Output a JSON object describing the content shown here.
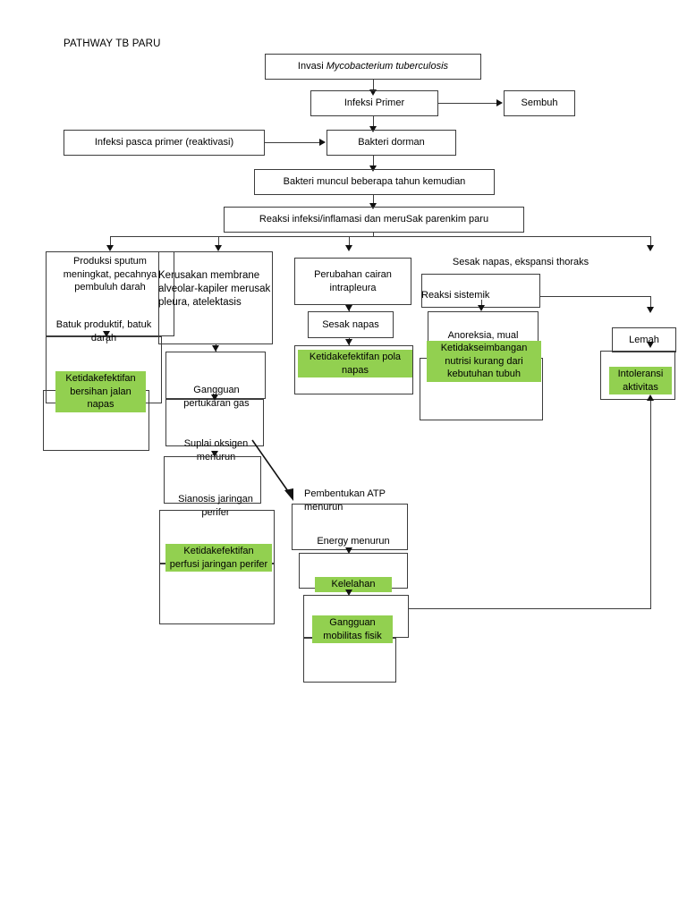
{
  "document": {
    "title": "PATHWAY TB PARU",
    "accent_green": "#92D050",
    "line_color": "#3c3c3c"
  },
  "nodes": {
    "invasi": "Invasi Mycobacterium tuberculosis",
    "invasi_plain": "Invasi ",
    "invasi_italic": "Mycobacterium tuberculosis",
    "infeksi_primer": "Infeksi Primer",
    "sembuh": "Sembuh",
    "infeksi_pasca": "Infeksi pasca primer (reaktivasi)",
    "bakteri_dorman": "Bakteri dorman",
    "bakteri_muncul": "Bakteri muncul beberapa tahun kemudian",
    "reaksi_infeksi": "Reaksi infeksi/inflamasi dan meruSak parenkim paru",
    "produksi_sputum": "Produksi sputum meningkat, pecahnya pembuluh darah",
    "batuk_produktif": "Batuk produktif, batuk darah",
    "ketidakefektifan_bersihan": "Ketidakefektifan bersihan jalan napas",
    "kerusakan_membrane": "Kerusakan membrane alveolar-kapiler merusak pleura, atelektasis",
    "gangguan_pertukaran": "Gangguan pertukaran gas",
    "suplai_oksigen": "Suplai oksigen menurun",
    "sianosis": "Sianosis jaringan perifer",
    "ketidakefektifan_perfusi": "Ketidakefektifan perfusi jaringan perifer",
    "perubahan_cairan": "Perubahan cairan intrapleura",
    "sesak_napas": "Sesak napas",
    "ketidakefektifan_pola": "Ketidakefektifan pola napas",
    "sesak_ekspansi": "Sesak napas, ekspansi thoraks",
    "reaksi_sistemik": "Reaksi sistemik",
    "anoreksia": "Anoreksia, mual",
    "ketidakseimbangan_nutrisi": "Ketidakseimbangan nutrisi kurang dari kebutuhan tubuh",
    "lemah": "Lemah",
    "intoleransi": "Intoleransi aktivitas",
    "pembentukan_atp": "Pembentukan ATP menurun",
    "energy_menurun": "Energy menurun",
    "kelelahan": "Kelelahan",
    "gangguan_mobilitas": "Gangguan mobilitas fisik"
  },
  "chart_data": {
    "type": "diagram",
    "title": "PATHWAY TB PARU",
    "flow": [
      {
        "from": "Invasi Mycobacterium tuberculosis",
        "to": "Infeksi Primer"
      },
      {
        "from": "Infeksi Primer",
        "to": "Sembuh"
      },
      {
        "from": "Infeksi Primer",
        "to": "Bakteri dorman"
      },
      {
        "from": "Infeksi pasca primer (reaktivasi)",
        "to": "Bakteri dorman"
      },
      {
        "from": "Bakteri dorman",
        "to": "Bakteri muncul beberapa tahun kemudian"
      },
      {
        "from": "Bakteri muncul beberapa tahun kemudian",
        "to": "Reaksi infeksi/inflamasi dan meruSak parenkim paru"
      },
      {
        "from": "Reaksi infeksi/inflamasi dan meruSak parenkim paru",
        "to": "Produksi sputum meningkat, pecahnya pembuluh darah"
      },
      {
        "from": "Reaksi infeksi/inflamasi dan meruSak parenkim paru",
        "to": "Kerusakan membrane alveolar-kapiler merusak pleura, atelektasis"
      },
      {
        "from": "Reaksi infeksi/inflamasi dan meruSak parenkim paru",
        "to": "Perubahan cairan intrapleura"
      },
      {
        "from": "Reaksi infeksi/inflamasi dan meruSak parenkim paru",
        "to": "Sesak napas, ekspansi thoraks"
      },
      {
        "from": "Produksi sputum meningkat, pecahnya pembuluh darah",
        "to": "Batuk produktif, batuk darah"
      },
      {
        "from": "Batuk produktif, batuk darah",
        "to": "Ketidakefektifan bersihan jalan napas"
      },
      {
        "from": "Kerusakan membrane alveolar-kapiler merusak pleura, atelektasis",
        "to": "Gangguan pertukaran gas"
      },
      {
        "from": "Gangguan pertukaran gas",
        "to": "Suplai oksigen menurun"
      },
      {
        "from": "Suplai oksigen menurun",
        "to": "Sianosis jaringan perifer"
      },
      {
        "from": "Suplai oksigen menurun",
        "to": "Pembentukan ATP menurun"
      },
      {
        "from": "Sianosis jaringan perifer",
        "to": "Ketidakefektifan perfusi jaringan perifer"
      },
      {
        "from": "Perubahan cairan intrapleura",
        "to": "Sesak napas"
      },
      {
        "from": "Sesak napas",
        "to": "Ketidakefektifan pola napas"
      },
      {
        "from": "Sesak napas, ekspansi thoraks",
        "to": "Reaksi sistemik"
      },
      {
        "from": "Reaksi sistemik",
        "to": "Anoreksia, mual"
      },
      {
        "from": "Anoreksia, mual",
        "to": "Ketidakseimbangan nutrisi kurang dari kebutuhan tubuh"
      },
      {
        "from": "Reaksi sistemik",
        "to": "Lemah"
      },
      {
        "from": "Lemah",
        "to": "Intoleransi aktivitas"
      },
      {
        "from": "Pembentukan ATP menurun",
        "to": "Energy menurun"
      },
      {
        "from": "Energy menurun",
        "to": "Kelelahan"
      },
      {
        "from": "Kelelahan",
        "to": "Gangguan mobilitas fisik"
      },
      {
        "from": "Gangguan mobilitas fisik",
        "to": "Intoleransi aktivitas"
      }
    ],
    "highlighted_nodes": [
      "Ketidakefektifan bersihan jalan napas",
      "Ketidakefektifan perfusi jaringan perifer",
      "Ketidakefektifan pola napas",
      "Ketidakseimbangan nutrisi kurang dari kebutuhan tubuh",
      "Intoleransi aktivitas",
      "Kelelahan",
      "Gangguan mobilitas fisik"
    ]
  }
}
